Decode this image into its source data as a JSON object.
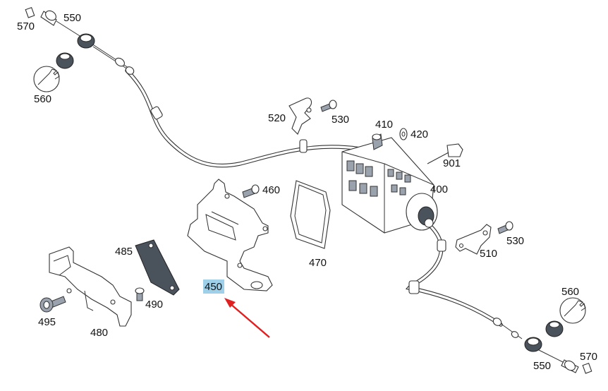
{
  "diagram": {
    "highlight_color": "#9fd0ea",
    "arrow_color": "#e02020",
    "labels": {
      "p570_top": "570",
      "p550_top": "550",
      "p560_top": "560",
      "p520": "520",
      "p530_top": "530",
      "p410": "410",
      "p420": "420",
      "p901": "901",
      "p400": "400",
      "p460": "460",
      "p470": "470",
      "p485": "485",
      "p490": "490",
      "p495": "495",
      "p480": "480",
      "p450": "450",
      "p510": "510",
      "p530_right": "530",
      "p560_bottom": "560",
      "p570_bottom": "570",
      "p550_bottom": "550"
    }
  }
}
